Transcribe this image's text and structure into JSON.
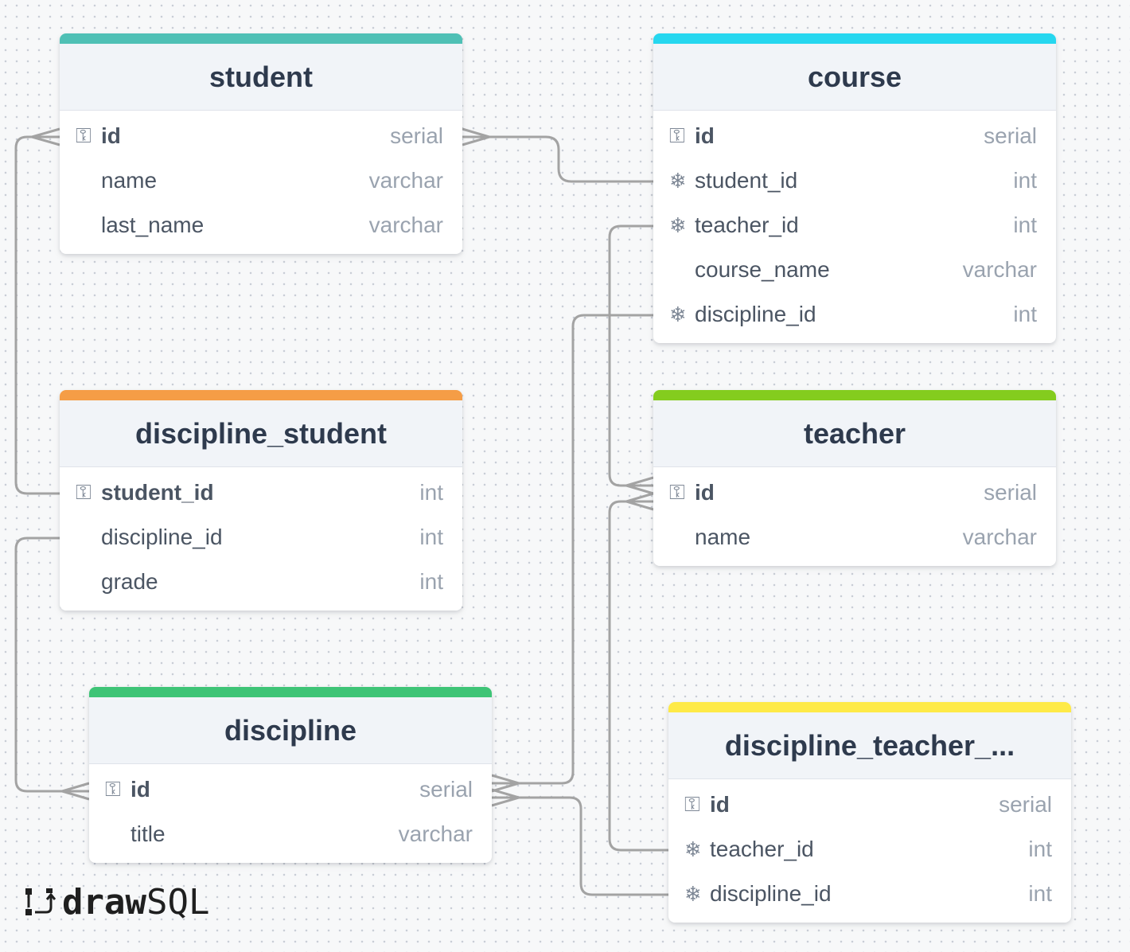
{
  "tables": {
    "student": {
      "name": "student",
      "color": "#4fc0b5",
      "columns": [
        {
          "name": "id",
          "type": "serial"
        },
        {
          "name": "name",
          "type": "varchar"
        },
        {
          "name": "last_name",
          "type": "varchar"
        }
      ]
    },
    "course": {
      "name": "course",
      "color": "#26d7ef",
      "columns": [
        {
          "name": "id",
          "type": "serial"
        },
        {
          "name": "student_id",
          "type": "int"
        },
        {
          "name": "teacher_id",
          "type": "int"
        },
        {
          "name": "course_name",
          "type": "varchar"
        },
        {
          "name": "discipline_id",
          "type": "int"
        }
      ]
    },
    "discipline_student": {
      "name": "discipline_student",
      "color": "#f59d46",
      "columns": [
        {
          "name": "student_id",
          "type": "int"
        },
        {
          "name": "discipline_id",
          "type": "int"
        },
        {
          "name": "grade",
          "type": "int"
        }
      ]
    },
    "teacher": {
      "name": "teacher",
      "color": "#84cc1e",
      "columns": [
        {
          "name": "id",
          "type": "serial"
        },
        {
          "name": "name",
          "type": "varchar"
        }
      ]
    },
    "discipline": {
      "name": "discipline",
      "color": "#3ec476",
      "columns": [
        {
          "name": "id",
          "type": "serial"
        },
        {
          "name": "title",
          "type": "varchar"
        }
      ]
    },
    "discipline_teacher": {
      "name": "discipline_teacher_...",
      "color": "#feea47",
      "columns": [
        {
          "name": "id",
          "type": "serial"
        },
        {
          "name": "teacher_id",
          "type": "int"
        },
        {
          "name": "discipline_id",
          "type": "int"
        }
      ]
    }
  },
  "icons": {
    "primary_key": "key-icon",
    "foreign_key": "snowflake-icon"
  },
  "logo": {
    "draw": "draw",
    "sql": "SQL"
  }
}
